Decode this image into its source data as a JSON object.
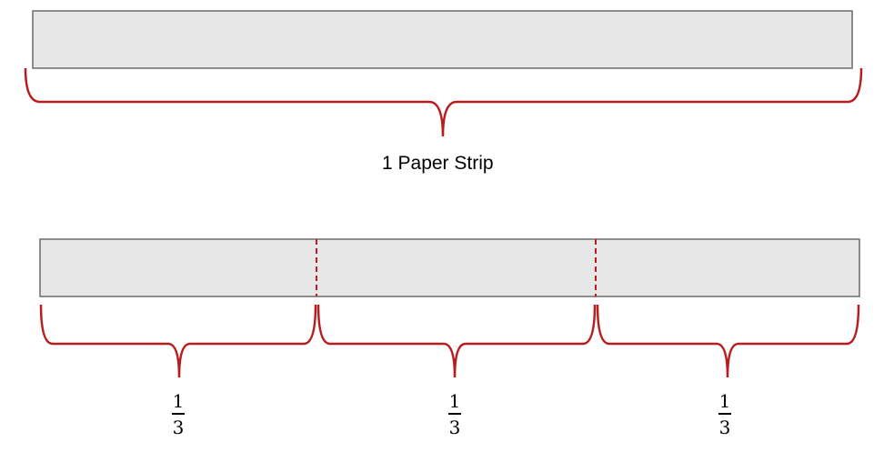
{
  "top_strip": {
    "label": "1 Paper Strip"
  },
  "bottom_strip": {
    "parts": [
      {
        "numerator": "1",
        "denominator": "3"
      },
      {
        "numerator": "1",
        "denominator": "3"
      },
      {
        "numerator": "1",
        "denominator": "3"
      }
    ]
  },
  "colors": {
    "strip_fill": "#e7e7e7",
    "strip_border": "#6b6b6b",
    "brace": "#b81c1c",
    "divider": "#c0191e"
  }
}
